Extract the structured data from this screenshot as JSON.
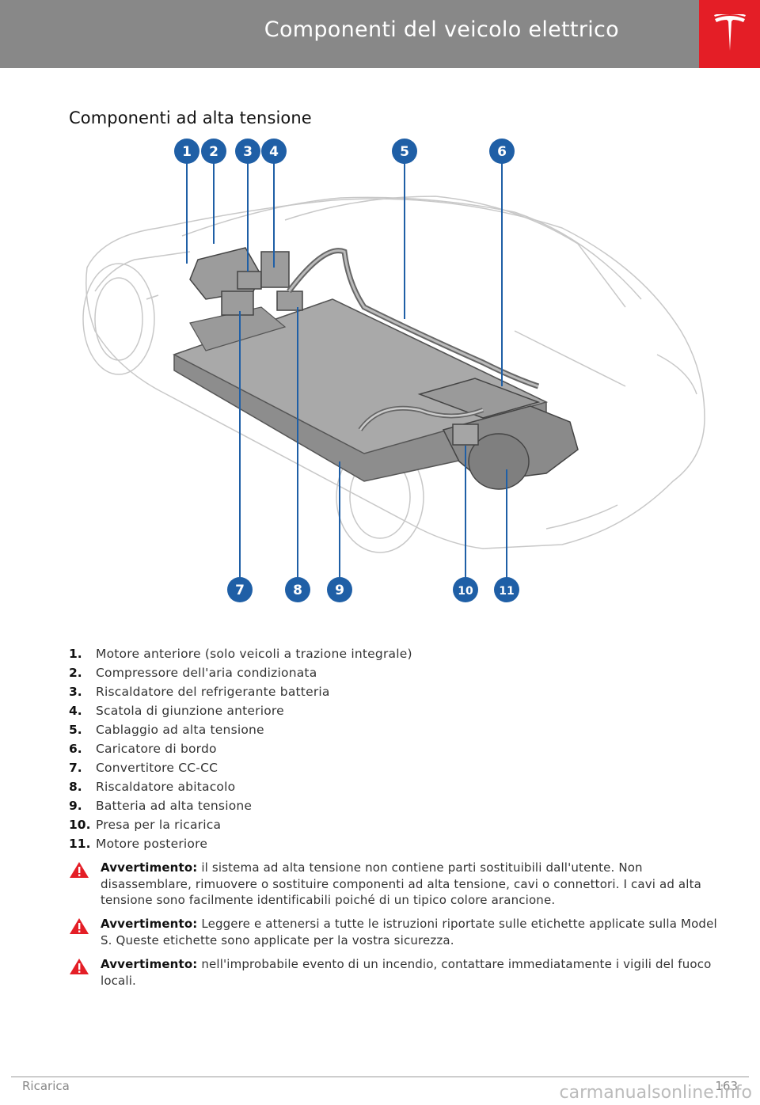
{
  "header": {
    "title": "Componenti del veicolo elettrico",
    "logo_icon": "tesla-logo-icon",
    "accent_color": "#e41e26",
    "bar_color": "#888888"
  },
  "section": {
    "title": "Componenti ad alta tensione"
  },
  "diagram": {
    "callouts_top": [
      "1",
      "2",
      "3",
      "4",
      "5",
      "6"
    ],
    "callouts_bottom": [
      "7",
      "8",
      "9",
      "10",
      "11"
    ],
    "callout_color": "#1f5fa6"
  },
  "components": [
    {
      "num": "1.",
      "label": "Motore anteriore (solo veicoli a trazione integrale)"
    },
    {
      "num": "2.",
      "label": "Compressore dell'aria condizionata"
    },
    {
      "num": "3.",
      "label": "Riscaldatore del refrigerante batteria"
    },
    {
      "num": "4.",
      "label": "Scatola di giunzione anteriore"
    },
    {
      "num": "5.",
      "label": "Cablaggio ad alta tensione"
    },
    {
      "num": "6.",
      "label": "Caricatore di bordo"
    },
    {
      "num": "7.",
      "label": "Convertitore CC-CC"
    },
    {
      "num": "8.",
      "label": "Riscaldatore abitacolo"
    },
    {
      "num": "9.",
      "label": "Batteria ad alta tensione"
    },
    {
      "num": "10.",
      "label": "Presa per la ricarica"
    },
    {
      "num": "11.",
      "label": "Motore posteriore"
    }
  ],
  "warnings": [
    {
      "label": "Avvertimento:",
      "text": "il sistema ad alta tensione non contiene parti sostituibili dall'utente. Non disassemblare, rimuovere o sostituire componenti ad alta tensione, cavi o connettori. I cavi ad alta tensione sono facilmente identificabili poiché di un tipico colore arancione."
    },
    {
      "label": "Avvertimento:",
      "text": "Leggere e attenersi a tutte le istruzioni riportate sulle etichette applicate sulla Model S. Queste etichette sono applicate per la vostra sicurezza."
    },
    {
      "label": "Avvertimento:",
      "text": "nell'improbabile evento di un incendio, contattare immediatamente i vigili del fuoco locali."
    }
  ],
  "footer": {
    "section": "Ricarica",
    "page": "163",
    "watermark": "carmanualsonline.info"
  }
}
